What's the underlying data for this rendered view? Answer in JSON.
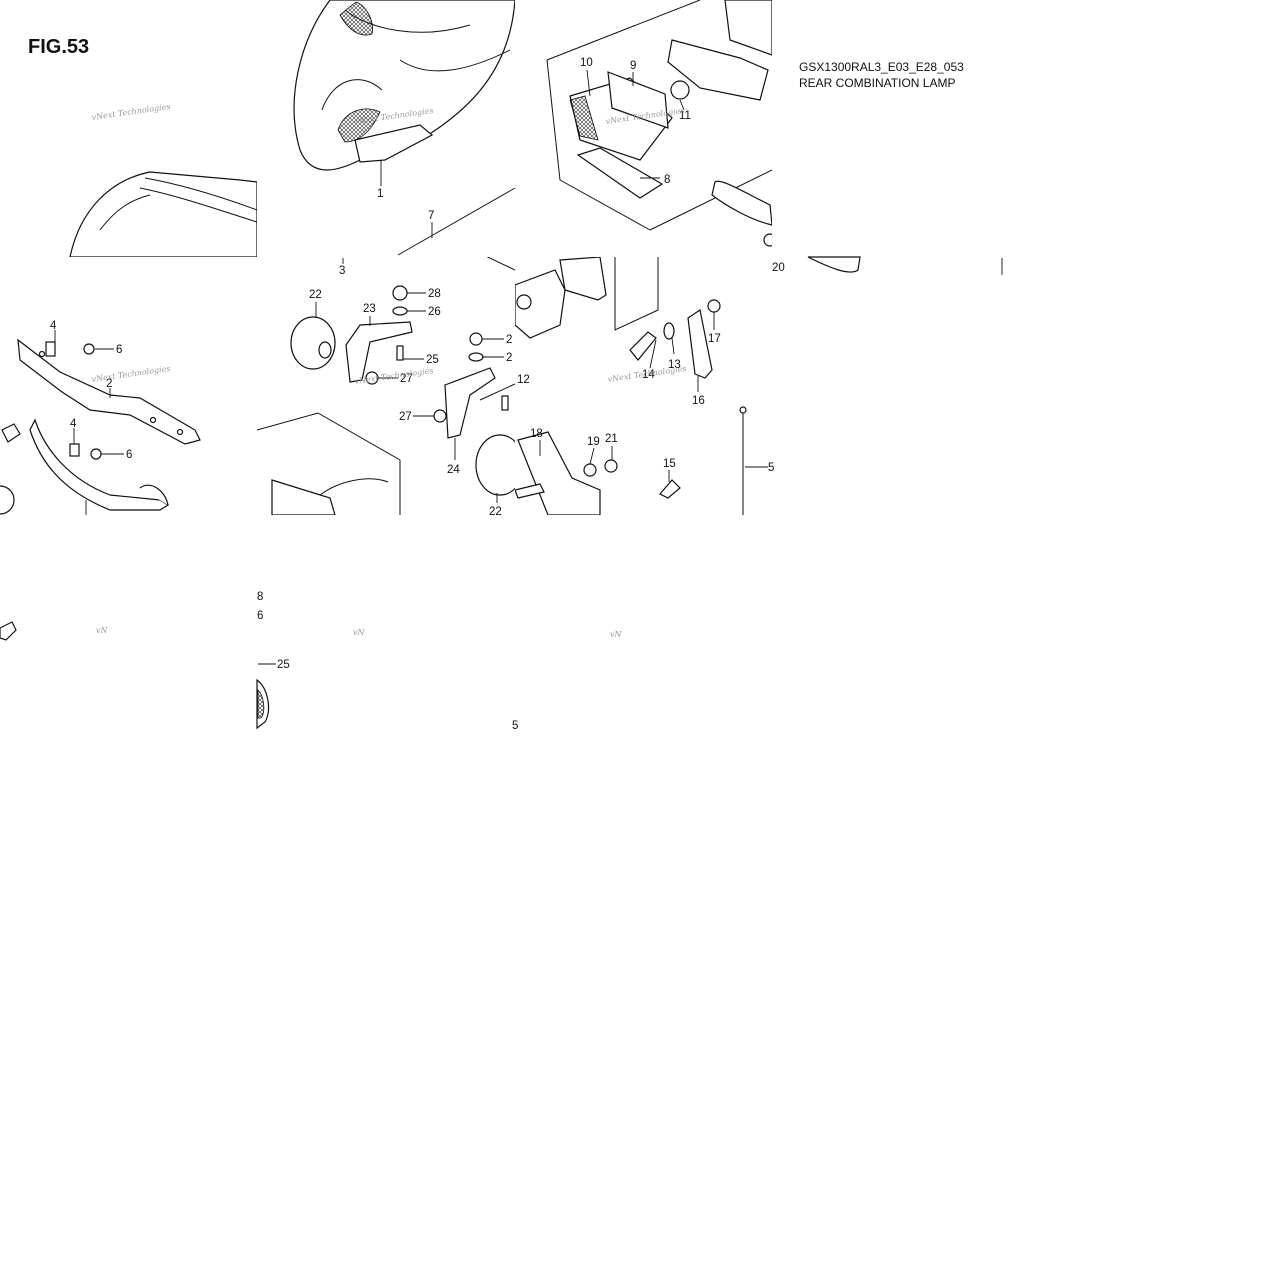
{
  "figure": {
    "label": "FIG.53",
    "code": "GSX1300RAL3_E03_E28_053",
    "title": "REAR COMBINATION LAMP"
  },
  "watermark": "vNext Technologies",
  "watermark_fragment": "vN",
  "callouts": [
    {
      "id": "c-1",
      "text": "1"
    },
    {
      "id": "c-2",
      "text": "2"
    },
    {
      "id": "c-3",
      "text": "3"
    },
    {
      "id": "c-4a",
      "text": "4"
    },
    {
      "id": "c-4b",
      "text": "4"
    },
    {
      "id": "c-5",
      "text": "5"
    },
    {
      "id": "c-5b",
      "text": "5"
    },
    {
      "id": "c-6a",
      "text": "6"
    },
    {
      "id": "c-6b",
      "text": "6"
    },
    {
      "id": "c-6c",
      "text": "6"
    },
    {
      "id": "c-7",
      "text": "7"
    },
    {
      "id": "c-8",
      "text": "8"
    },
    {
      "id": "c-8b",
      "text": "8"
    },
    {
      "id": "c-9",
      "text": "9"
    },
    {
      "id": "c-10",
      "text": "10"
    },
    {
      "id": "c-11",
      "text": "11"
    },
    {
      "id": "c-12",
      "text": "12"
    },
    {
      "id": "c-13",
      "text": "13"
    },
    {
      "id": "c-14",
      "text": "14"
    },
    {
      "id": "c-15",
      "text": "15"
    },
    {
      "id": "c-16",
      "text": "16"
    },
    {
      "id": "c-17",
      "text": "17"
    },
    {
      "id": "c-18",
      "text": "18"
    },
    {
      "id": "c-19",
      "text": "19"
    },
    {
      "id": "c-20",
      "text": "20"
    },
    {
      "id": "c-21",
      "text": "21"
    },
    {
      "id": "c-22a",
      "text": "22"
    },
    {
      "id": "c-22b",
      "text": "22"
    },
    {
      "id": "c-23",
      "text": "23"
    },
    {
      "id": "c-24",
      "text": "24"
    },
    {
      "id": "c-25a",
      "text": "25"
    },
    {
      "id": "c-25b",
      "text": "25"
    },
    {
      "id": "c-26",
      "text": "26"
    },
    {
      "id": "c-27a",
      "text": "27"
    },
    {
      "id": "c-27b",
      "text": "27"
    },
    {
      "id": "c-28",
      "text": "28"
    },
    {
      "id": "c-2b",
      "text": "2"
    },
    {
      "id": "c-2c",
      "text": "2"
    }
  ]
}
